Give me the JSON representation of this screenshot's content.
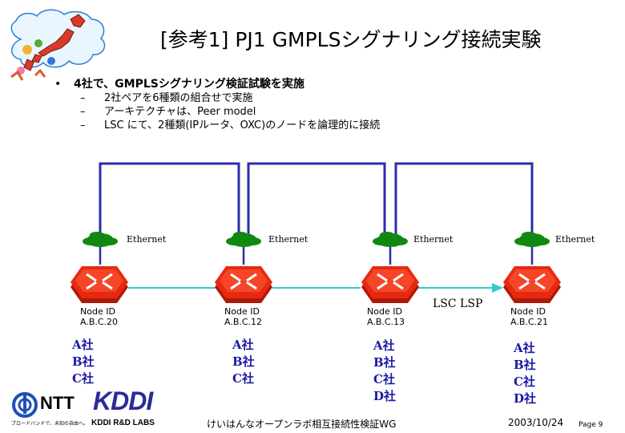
{
  "slide": {
    "title": "[参考1] PJ1 GMPLSシグナリング接続実験",
    "bullet_main": "4社で、GMPLSシグナリング検証試験を実施",
    "bullet_marker": "•",
    "sub_marker": "–",
    "sub_bullets": [
      "2社ペアを6種類の組合せで実施",
      "アーキテクチャは、Peer model",
      "LSC にて、2種類(IPルータ、OXC)のノードを論理的に接続"
    ]
  },
  "diagram": {
    "ethernet_label": "Ethernet",
    "link_label": "LSC LSP",
    "nodes": [
      {
        "id_label": "Node ID",
        "address": "A.B.C.20",
        "companies": [
          "A社",
          "B社",
          "C社"
        ]
      },
      {
        "id_label": "Node ID",
        "address": "A.B.C.12",
        "companies": [
          "A社",
          "B社",
          "C社"
        ]
      },
      {
        "id_label": "Node ID",
        "address": "A.B.C.13",
        "companies": [
          "A社",
          "B社",
          "C社",
          "D社"
        ]
      },
      {
        "id_label": "Node ID",
        "address": "A.B.C.21",
        "companies": [
          "A社",
          "B社",
          "C社",
          "D社"
        ]
      }
    ],
    "colors": {
      "control_line": "#2b2bb0",
      "data_line": "#33cccc",
      "router": "#e02010",
      "cloud": "#118811"
    }
  },
  "footer": {
    "org": "けいはんなオープンラボ相互接続性検証WG",
    "date": "2003/10/24",
    "page": "Page 9",
    "ntt_logo": "NTT",
    "ntt_tagline": "ブロードバンドで、未知の自由へ。",
    "kddi_logo": "KDDI",
    "kddi_lab": "KDDI R&D LABS"
  }
}
